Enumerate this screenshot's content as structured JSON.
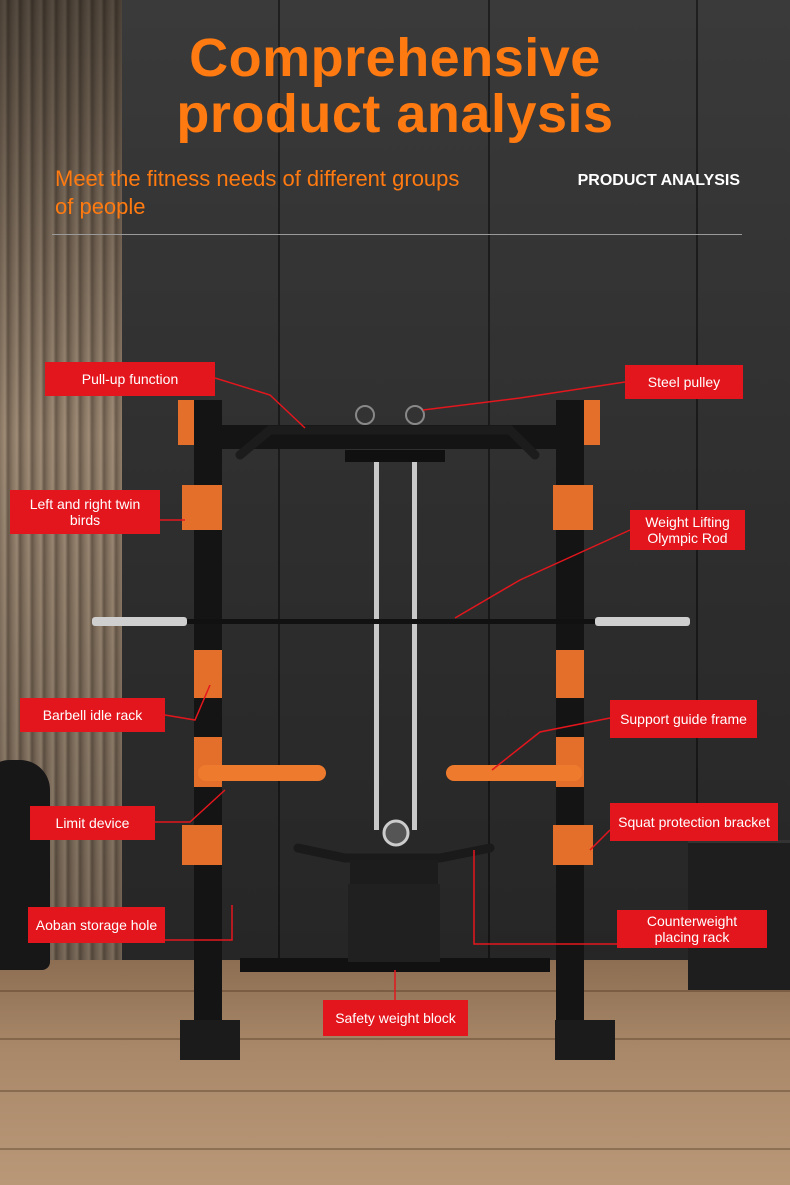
{
  "header": {
    "title_line1": "Comprehensive",
    "title_line2": "product analysis",
    "subtitle": "Meet the fitness needs of different groups of people",
    "tag": "PRODUCT ANALYSIS"
  },
  "labels": {
    "pull_up": "Pull-up function",
    "steel_pulley": "Steel pulley",
    "twin_birds": "Left and right twin birds",
    "olympic_rod": "Weight Lifting Olympic Rod",
    "barbell_rack": "Barbell idle rack",
    "support_guide": "Support guide frame",
    "limit_device": "Limit device",
    "squat_bracket": "Squat protection bracket",
    "storage_hole": "Aoban storage hole",
    "counterweight_rack": "Counterweight placing rack",
    "safety_block": "Safety weight block"
  },
  "colors": {
    "accent_orange": "#ff7a10",
    "label_red": "#e3161d",
    "frame_black": "#141414"
  }
}
